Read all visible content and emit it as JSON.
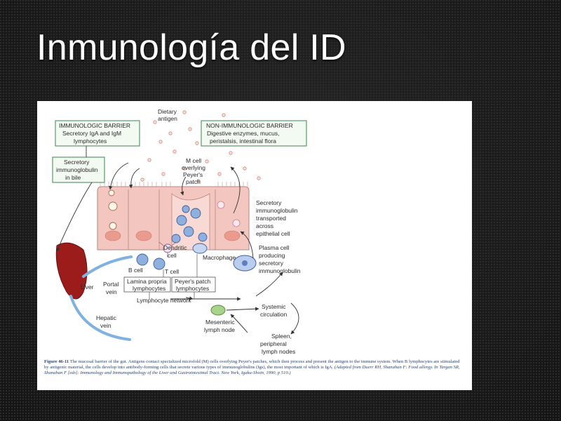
{
  "slide": {
    "title": "Inmunología del ID"
  },
  "figure": {
    "labels": {
      "dietary_antigen": [
        "Dietary",
        "antigen"
      ],
      "immunologic_barrier": [
        "IMMUNOLOGIC BARRIER",
        "Secretory IgA and IgM",
        "lymphocytes"
      ],
      "non_immunologic_barrier": [
        "NON-IMMUNOLOGIC BARRIER",
        "Digestive enzymes, mucus,",
        "peristalsis, intestinal flora"
      ],
      "secretory_ig_bile": [
        "Secretory",
        "immunoglobulin",
        "in bile"
      ],
      "m_cell": [
        "M cell",
        "overlying",
        "Peyer's",
        "patch"
      ],
      "secretory_ig_transport": [
        "Secretory",
        "immunoglobulin",
        "transported",
        "across",
        "epithelial cell"
      ],
      "dendritic_cell": [
        "Dendritic",
        "cell"
      ],
      "macrophage": "Macrophage",
      "plasma_cell": [
        "Plasma cell",
        "producing",
        "secretory",
        "immunoglobulin"
      ],
      "b_cell": "B cell",
      "t_cell": "T cell",
      "liver": "Liver",
      "portal_vein": [
        "Portal",
        "vein"
      ],
      "lamina_propria": [
        "Lamina propria",
        "lymphocytes"
      ],
      "peyers_patch": [
        "Peyer's patch",
        "lymphocytes"
      ],
      "lymphocyte_network": "Lymphocyte network",
      "systemic_circulation": [
        "Systemic",
        "circulation"
      ],
      "mesenteric_node": [
        "Mesenteric",
        "lymph node"
      ],
      "hepatic_vein": [
        "Hepatic",
        "vein"
      ],
      "spleen": [
        "Spleen,",
        "peripheral",
        "lymph nodes"
      ]
    },
    "caption": {
      "figure_number": "Figure 46-11",
      "text": "The mucosal barrier of the gut. Antigens contact specialized microfold (M) cells overlying Peyer's patches, which then process and present the antigen to the immune system. When B lymphocytes are stimulated by antigenic material, the cells develop into antibody-forming cells that secrete various types of immunoglobulins (Igs), the most important of which is IgA.",
      "source": "(Adapted from Duerr RH, Shanahan F: Food allergy. In Targan SR, Shanahan F [eds]: Immunology and Immunopathology of the Liver and Gastrointestinal Tract. New York, Igaku-Shoin, 1990, p 510.)"
    },
    "colors": {
      "box_stroke": "#5a9a6a",
      "box_fill": "#f3faf2",
      "epithelium": "#f4c6c0",
      "nucleus": "#ea9b8e",
      "liver": "#9c1c1c",
      "vein": "#7fb2e0",
      "lymphocyte": "#8fb0de",
      "lymph_node": "#a8d48a",
      "caption": "#2a3f66"
    }
  }
}
